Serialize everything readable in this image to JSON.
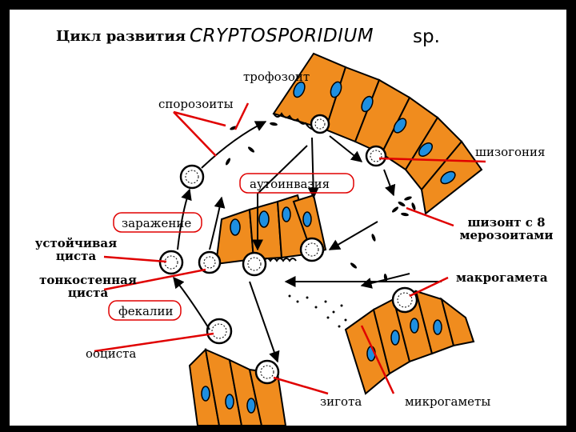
{
  "title": {
    "prefix": "Цикл развития",
    "genus": "CRYPTOSPORIDIUM",
    "suffix": "sp."
  },
  "labels": {
    "trophozoite": "трофозоит",
    "sporozoites": "спорозоиты",
    "schizogony": "шизогония",
    "autoinvasion": "аутоинвазия",
    "infection": "заражение",
    "schizont_line1": "шизонт с 8",
    "schizont_line2": "мерозоитами",
    "resistant_cyst_line1": "устойчивая",
    "resistant_cyst_line2": "циста",
    "thin_cyst_line1": "тонкостенная",
    "thin_cyst_line2": "циста",
    "macrogamete": "макрогамета",
    "feces": "фекалии",
    "oocyst": "ооциста",
    "zygote": "зигота",
    "microgametes": "микрогаметы"
  },
  "colors": {
    "cell_fill": "#f08c1e",
    "nucleus_fill": "#1e8fe0",
    "pointer_line": "#e00000",
    "outline": "#000000",
    "slide_border": "#000000"
  }
}
